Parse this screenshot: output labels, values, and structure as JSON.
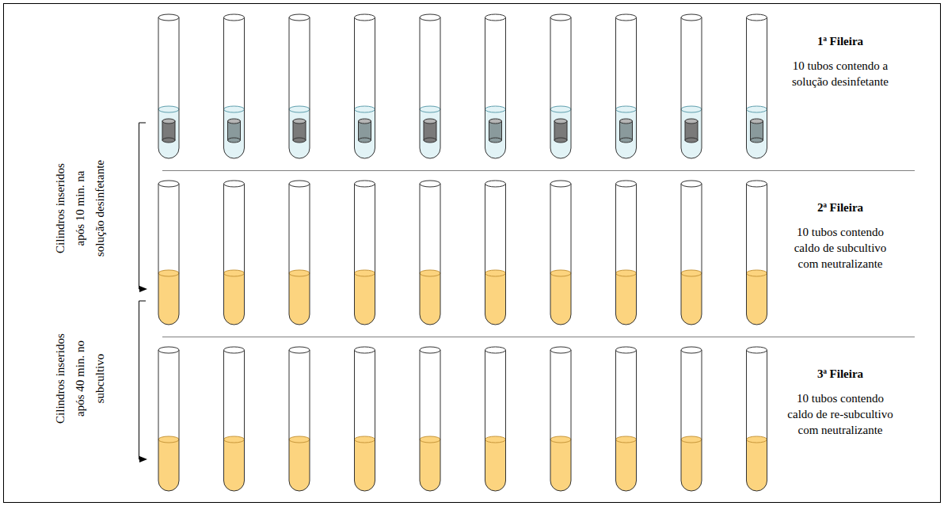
{
  "diagram": {
    "labels": [
      "1ª Fileira",
      "10 tubos contendo a solução desinfetante",
      "Cilindros inseridos após 10 min. na solução desinfetante",
      "2ª Fileira",
      "10 tubos contendo caldo de subcultivo com neutralizante",
      "Cilindros inseridos após 40 min. no subcultivo",
      "3ª Fileira",
      "10 tubos contendo caldo de re-subcultivo com neutralizante"
    ]
  }
}
